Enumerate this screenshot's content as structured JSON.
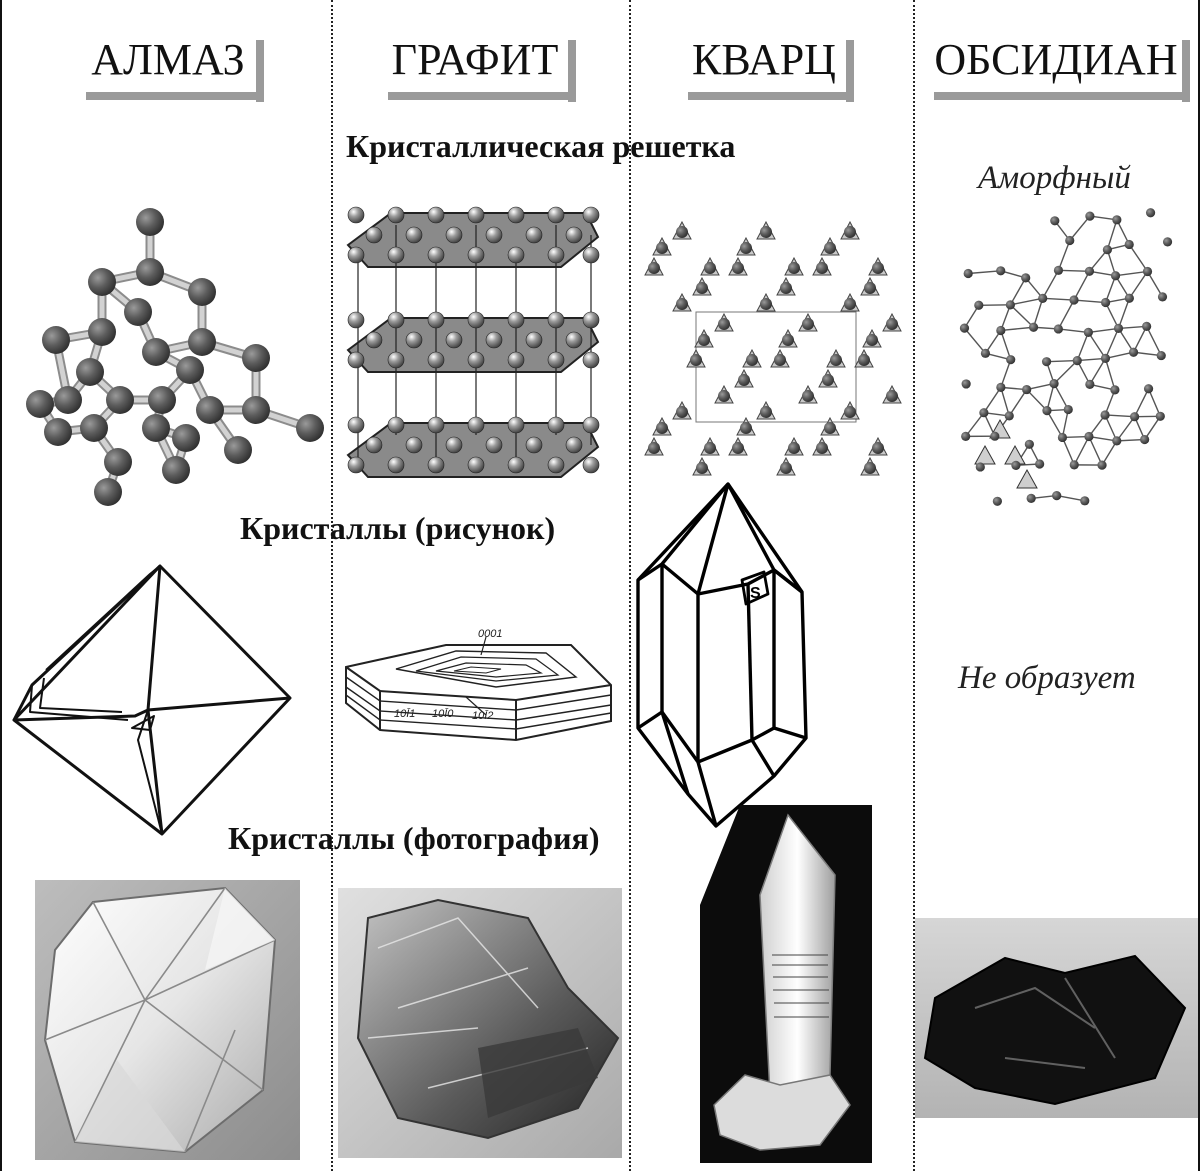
{
  "columns": [
    {
      "title": "АЛМАЗ"
    },
    {
      "title": "ГРАФИТ"
    },
    {
      "title": "КВАРЦ"
    },
    {
      "title": "ОБСИДИАН"
    }
  ],
  "sections": {
    "lattice": "Кристаллическая решетка",
    "drawing": "Кристаллы (рисунок)",
    "photo": "Кристаллы (фотография)"
  },
  "obsidian": {
    "lattice_note": "Аморфный",
    "crystal_note": "Не образует"
  },
  "graphite_drawing_labels": {
    "face_top": "0001",
    "face_1": "10Ī1",
    "face_2": "10Ī0",
    "face_3": "10Ī2"
  },
  "quartz_face_label": "S",
  "colors": {
    "atom": "#555555",
    "bond": "#b8b8b8",
    "shadow": "#9a9a9a",
    "ink": "#111111"
  }
}
